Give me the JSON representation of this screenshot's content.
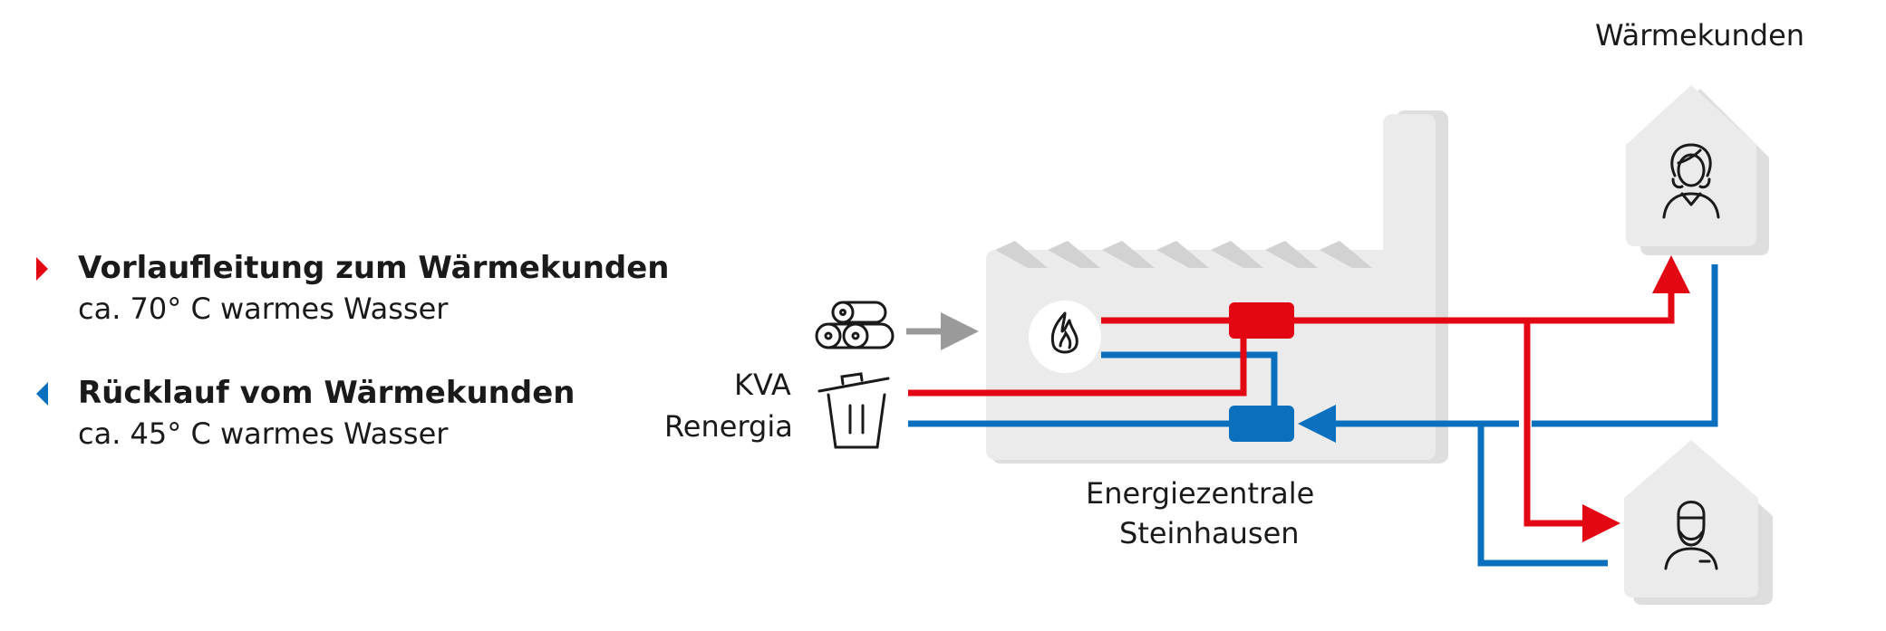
{
  "legend": {
    "supply": {
      "title": "Vorlaufleitung zum Wärmekunden",
      "subtitle": "ca. 70° C warmes Wasser"
    },
    "return": {
      "title": "Rücklauf vom Wärmekunden",
      "subtitle": "ca. 45° C warmes Wasser"
    }
  },
  "labels": {
    "customers": "Wärmekunden",
    "source_line1": "KVA",
    "source_line2": "Renergia",
    "plant_line1": "Energiezentrale",
    "plant_line2": "Steinhausen"
  },
  "icons": {
    "fuel": "wood-logs-icon",
    "waste": "trash-bin-icon",
    "fire": "flame-icon",
    "customer_top": "woman-avatar-icon",
    "customer_bottom": "man-avatar-icon"
  },
  "colors": {
    "supply": "#e30613",
    "return": "#0a70be",
    "building": "#ebebeb",
    "text": "#1a1a1a"
  }
}
